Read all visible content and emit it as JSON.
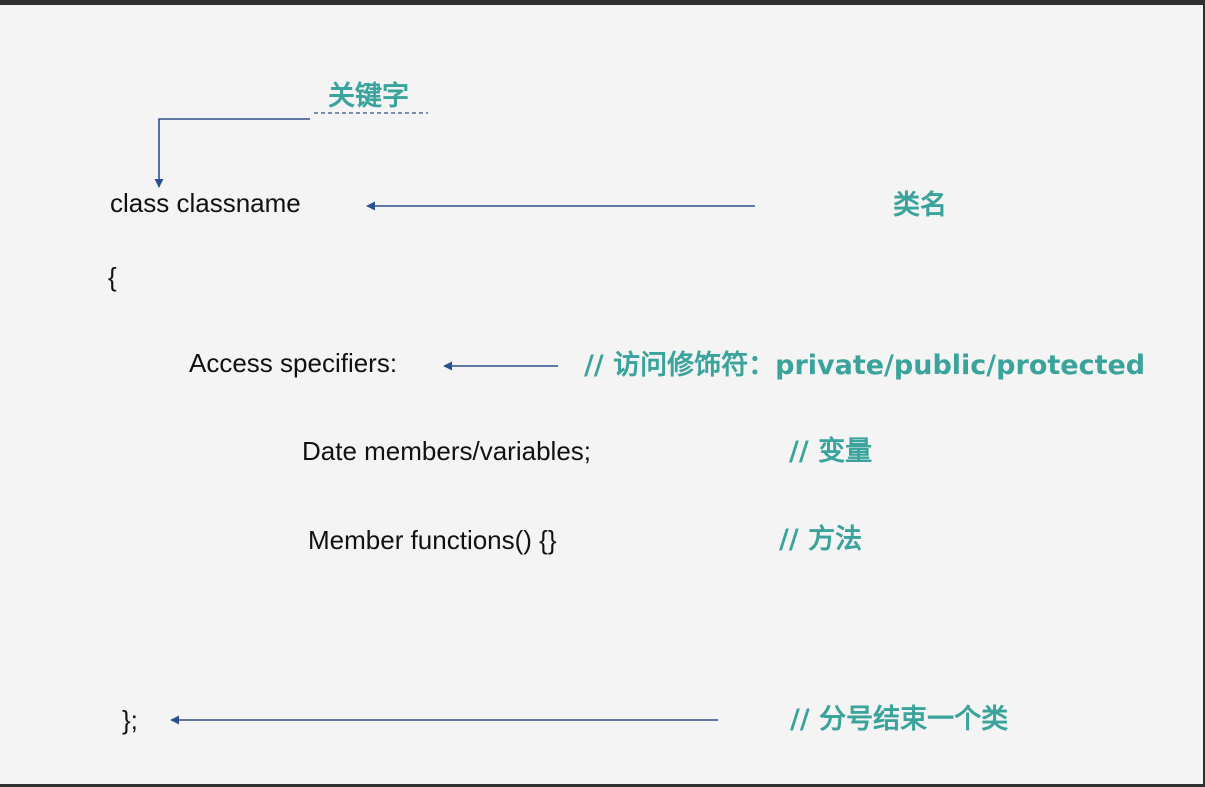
{
  "code_lines": {
    "class_decl": "class classname",
    "open_brace": "{",
    "access": "Access specifiers:",
    "members": "Date members/variables;",
    "functions": "Member functions() {}",
    "close": "};"
  },
  "annotations": {
    "keyword": "关键字",
    "class_name": "类名",
    "access": "// 访问修饰符：private/public/protected",
    "variables": "// 变量",
    "methods": "// 方法",
    "end": "// 分号结束一个类"
  },
  "colors": {
    "annotation_text": "#3aa39b",
    "arrow": "#2c4f8f",
    "code_text": "#111111",
    "background": "#f4f4f4"
  }
}
